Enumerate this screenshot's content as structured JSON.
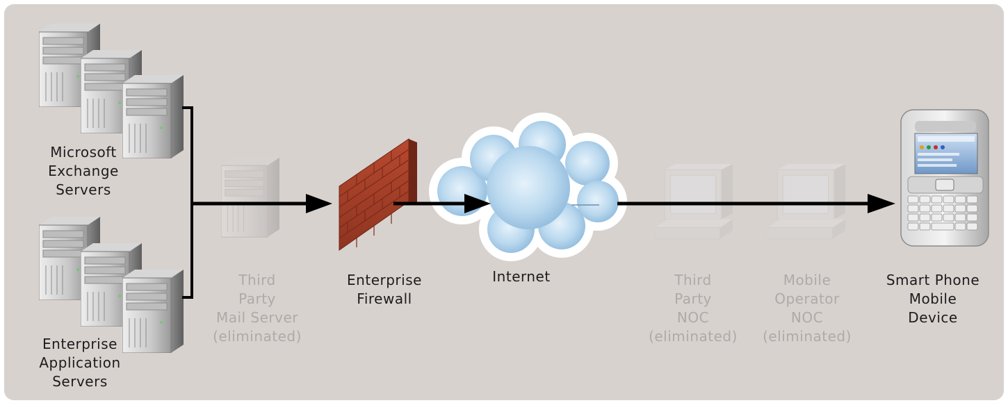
{
  "nodes": {
    "exchange_servers": {
      "label": "Microsoft\nExchange\nServers"
    },
    "app_servers": {
      "label": "Enterprise\nApplication\nServers"
    },
    "third_party_mail": {
      "label": "Third\nParty\nMail Server\n(eliminated)"
    },
    "firewall": {
      "label": "Enterprise\nFirewall"
    },
    "internet": {
      "label": "Internet"
    },
    "third_party_noc": {
      "label": "Third\nParty\nNOC\n(eliminated)"
    },
    "mobile_operator_noc": {
      "label": "Mobile\nOperator\nNOC\n(eliminated)"
    },
    "smart_phone": {
      "label": "Smart Phone\nMobile\nDevice"
    }
  },
  "colors": {
    "panel": "#d8d2cf",
    "active_text": "#1c1c1c",
    "eliminated_text": "#aeaaa7",
    "arrow": "#000000",
    "brick": "#a9412a",
    "cloud": "#a9cde8"
  }
}
